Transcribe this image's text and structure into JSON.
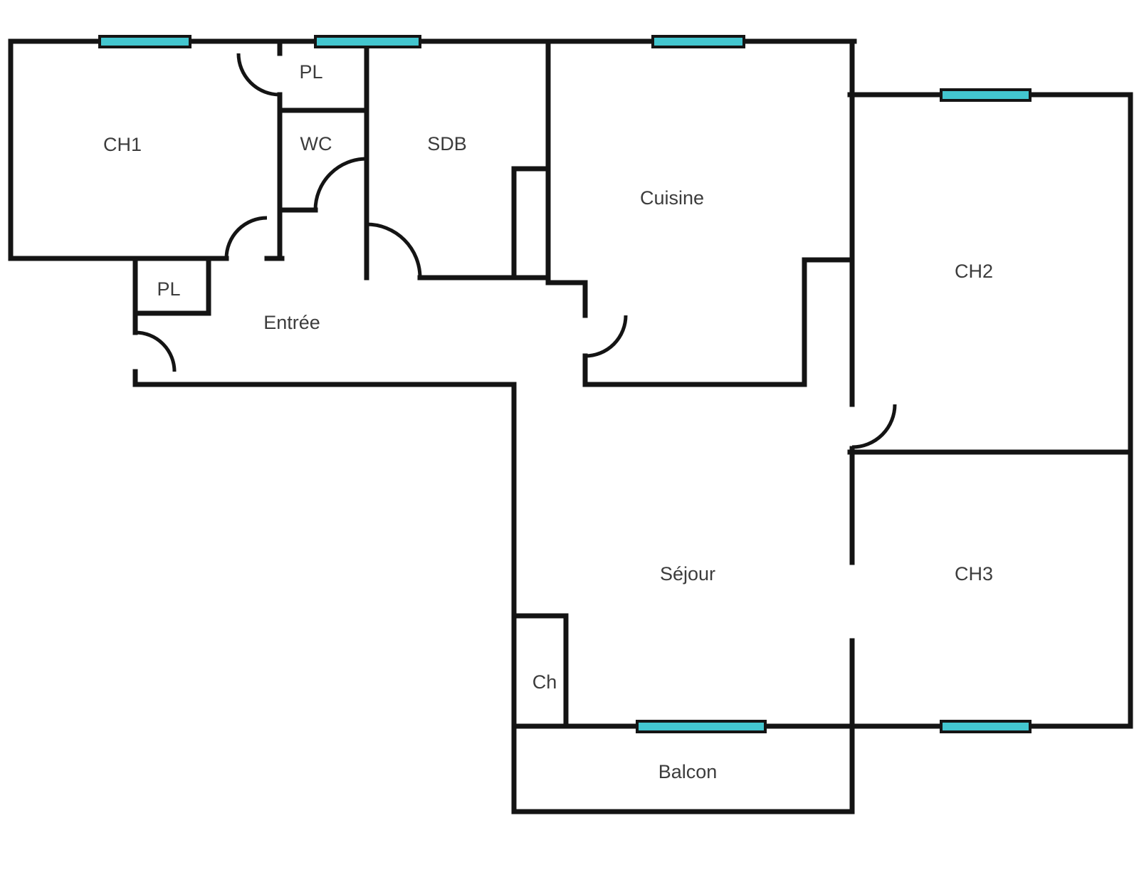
{
  "floorplan": {
    "background": "#ffffff",
    "colors": {
      "wall": "#141414",
      "door": "#141414",
      "window": "#43c6cf",
      "window_border": "#141414",
      "label": "#3c3c3c"
    },
    "rooms": [
      {
        "id": "ch1",
        "label": "CH1"
      },
      {
        "id": "pl-top",
        "label": "PL"
      },
      {
        "id": "wc",
        "label": "WC"
      },
      {
        "id": "sdb",
        "label": "SDB"
      },
      {
        "id": "cuisine",
        "label": "Cuisine"
      },
      {
        "id": "ch2",
        "label": "CH2"
      },
      {
        "id": "pl-hall",
        "label": "PL"
      },
      {
        "id": "entree",
        "label": "Entrée"
      },
      {
        "id": "sejour",
        "label": "Séjour"
      },
      {
        "id": "ch3",
        "label": "CH3"
      },
      {
        "id": "ch",
        "label": "Ch"
      },
      {
        "id": "balcon",
        "label": "Balcon"
      }
    ],
    "window_count": 6,
    "door_count": 7
  }
}
